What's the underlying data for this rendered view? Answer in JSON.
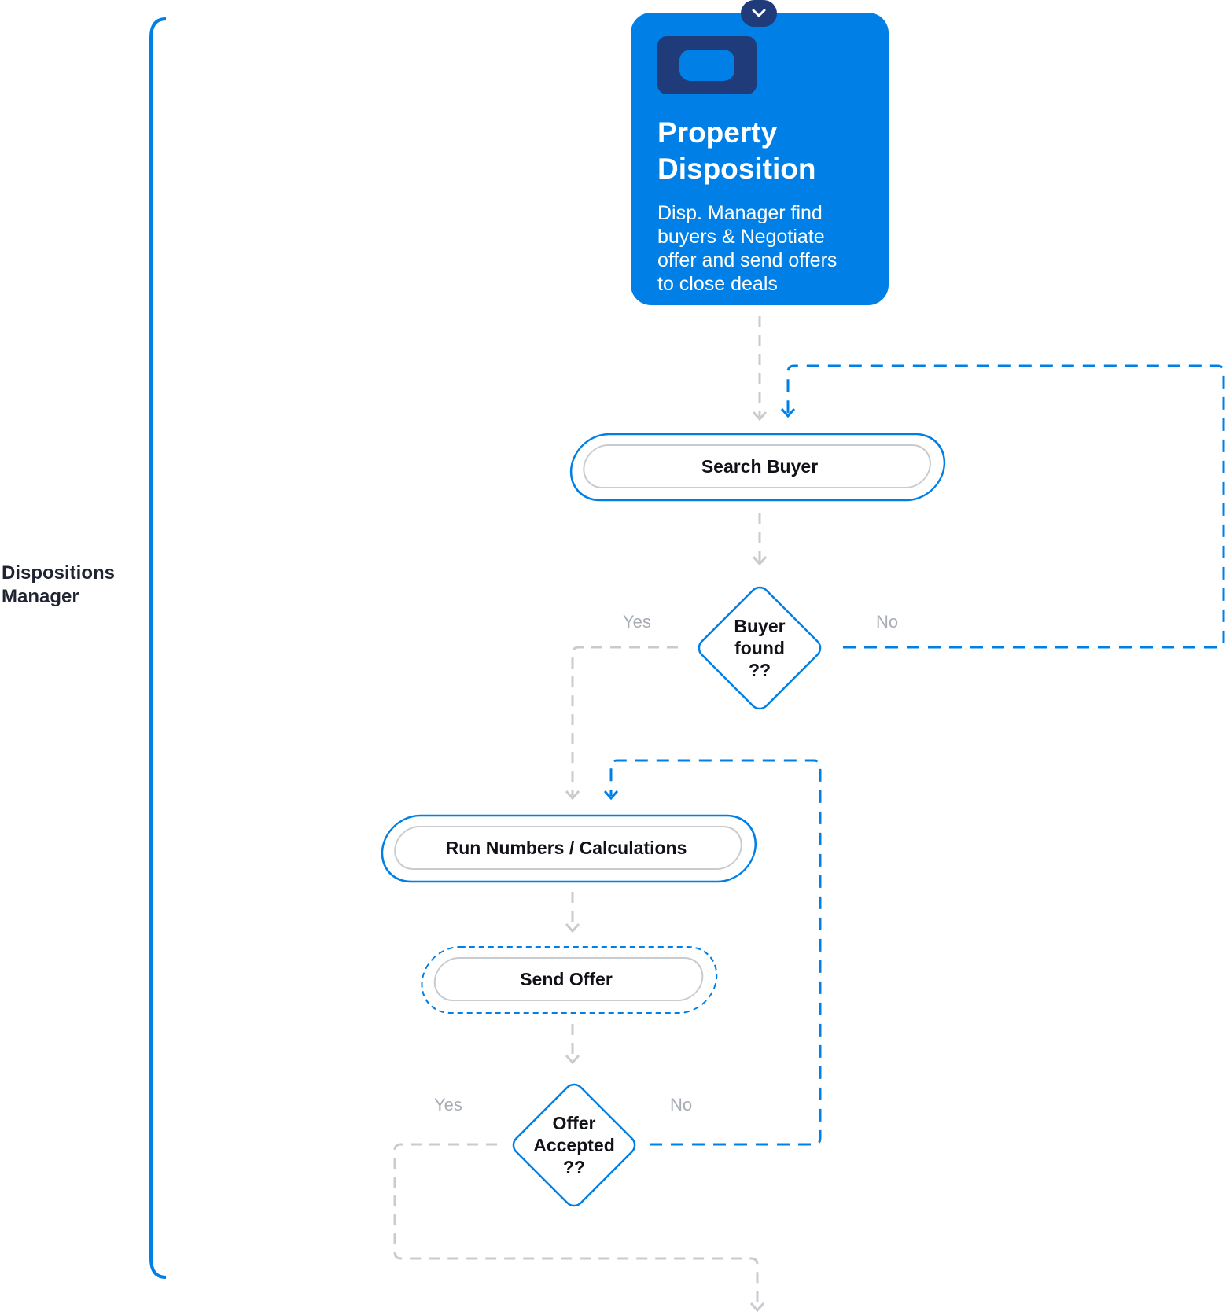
{
  "colors": {
    "primary_blue": "#0080e6",
    "navy": "#1f3b7a",
    "connector_gray": "#c9cbcf",
    "label_gray": "#a8adb4",
    "text_dark": "#101218"
  },
  "lane": {
    "label_line1": "Dispositions",
    "label_line2": "Manager"
  },
  "header_card": {
    "icon": "pill-icon",
    "collapse_icon": "chevron-down-icon",
    "title_line1": "Property",
    "title_line2": "Disposition",
    "desc_line1": "Disp. Manager find",
    "desc_line2": "buyers & Negotiate",
    "desc_line3": "offer and send offers",
    "desc_line4": "to close deals"
  },
  "nodes": {
    "search_buyer": "Search Buyer",
    "run_numbers": "Run Numbers / Calculations",
    "send_offer": "Send Offer"
  },
  "decisions": {
    "buyer_found": {
      "line1": "Buyer",
      "line2": "found",
      "line3": "??",
      "yes_label": "Yes",
      "no_label": "No"
    },
    "offer_accepted": {
      "line1": "Offer",
      "line2": "Accepted",
      "line3": "??",
      "yes_label": "Yes",
      "no_label": "No"
    }
  }
}
